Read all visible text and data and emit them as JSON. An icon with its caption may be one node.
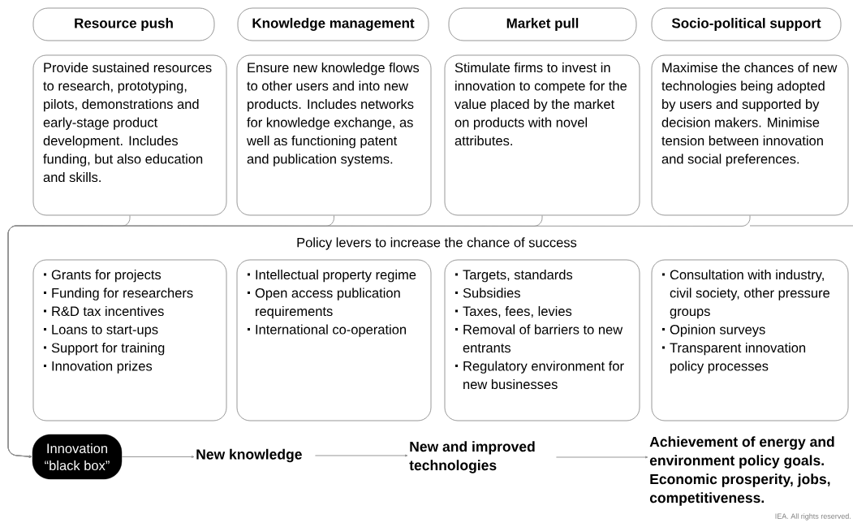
{
  "diagram": {
    "nodes": [
      {
        "text": [
          "Resource push"
        ]
      },
      {
        "text": [
          "Knowledge management"
        ]
      },
      {
        "text": [
          "Market pull"
        ]
      },
      {
        "text": [
          "Socio-political support"
        ]
      },
      {
        "text": [
          "Provide sustained resources to research, prototyping, pilots, demonstrations and early-stage product development. Includes funding, but also education and skills."
        ]
      },
      {
        "text": [
          "Ensure new knowledge flows to other users and into new products. Includes networks for knowledge exchange, as well as functioning patent and publication systems."
        ]
      },
      {
        "text": [
          "Stimulate firms to invest in innovation to compete for the value placed by the market on products with novel attributes."
        ]
      },
      {
        "text": [
          "Maximise the chances of new technologies being adopted by users and supported by decision makers. Minimise tension between innovation and social preferences."
        ]
      },
      {
        "text": [
          "Grants for projects",
          "Funding for researchers",
          "R&D tax incentives",
          "Loans to start-ups",
          "Support for training",
          "Innovation prizes"
        ]
      },
      {
        "text": [
          "Intellectual property regime",
          "Open access publication requirements",
          "International co-operation"
        ]
      },
      {
        "text": [
          "Targets, standards",
          "Subsidies",
          "Taxes, fees, levies",
          "Removal of barriers to new entrants",
          "Regulatory environment for new businesses"
        ]
      },
      {
        "text": [
          "Consultation with industry, civil society, other pressure groups",
          "Opinion surveys",
          "Transparent innovation policy processes"
        ]
      },
      {
        "text": [
          "Innovation “black box”"
        ]
      },
      {
        "text": [
          "New knowledge"
        ]
      },
      {
        "text": [
          "New and improved technologies"
        ]
      },
      {
        "text": [
          "Achievement of energy and environment policy goals. Economic prosperity, jobs, competitiveness."
        ]
      }
    ],
    "edges": [
      {
        "from": 4,
        "to": 12,
        "arrow": "to"
      },
      {
        "from": 5,
        "to": 12,
        "arrow": "to"
      },
      {
        "from": 6,
        "to": 12,
        "arrow": "to"
      },
      {
        "from": 7,
        "to": 12,
        "arrow": "to"
      },
      {
        "from": 12,
        "to": 13,
        "arrow": "to"
      },
      {
        "from": 13,
        "to": 14,
        "arrow": "to"
      },
      {
        "from": 14,
        "to": 15,
        "arrow": "to"
      }
    ],
    "labels": [
      "Policy levers to increase the chance of success",
      "IEA. All rights reserved."
    ]
  }
}
